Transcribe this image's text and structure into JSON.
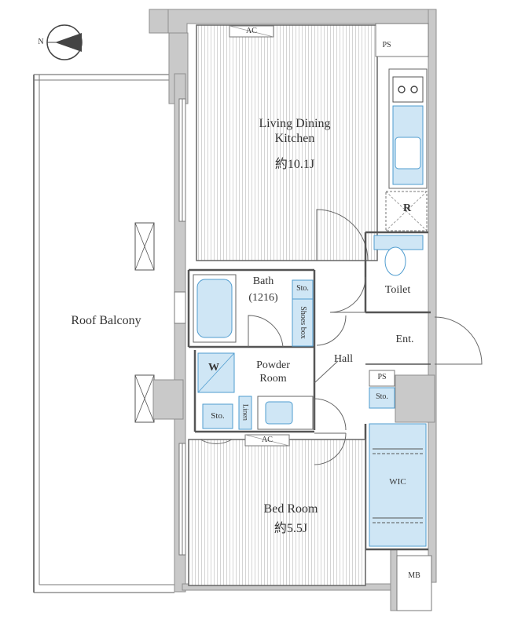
{
  "rooms": {
    "ldk_name": "Living Dining\nKitchen",
    "ldk_size": "約10.1J",
    "bath_name": "Bath",
    "bath_size": "(1216)",
    "roof_balcony": "Roof Balcony",
    "powder_room": "Powder\nRoom",
    "hall": "Hall",
    "toilet": "Toilet",
    "entrance": "Ent.",
    "bedroom_name": "Bed Room",
    "bedroom_size": "約5.5J",
    "wic": "WIC"
  },
  "marks": {
    "ac_top": "AC",
    "ac_bottom": "AC",
    "ps_top": "PS",
    "ps_hall": "PS",
    "mb": "MB",
    "refrigerator": "R",
    "washer": "W",
    "storage_bath": "Sto.",
    "storage_hall": "Sto.",
    "storage_powder": "Sto.",
    "shoes_box": "Shoes box",
    "linen": "Linen"
  },
  "compass": {
    "north": "N"
  },
  "colors": {
    "fixture": "#cfe6f5",
    "fixture_stroke": "#4f9ccf",
    "wall": "#c8c8c8",
    "wall_dark": "#9a9a9a",
    "hatch": "#d6d6d6"
  }
}
